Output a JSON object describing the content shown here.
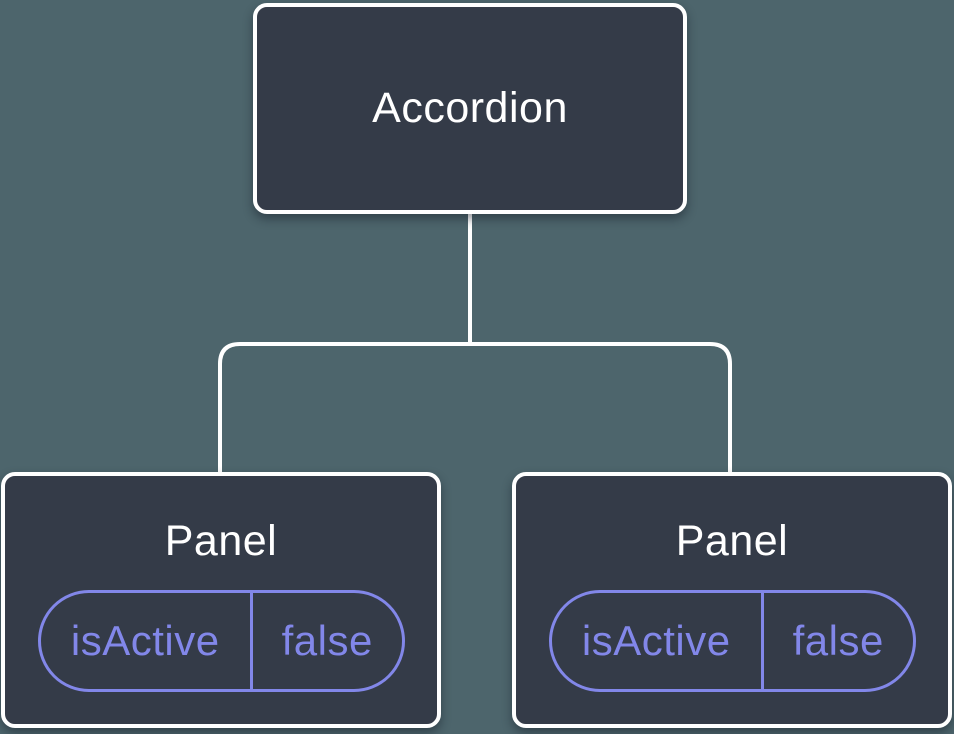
{
  "diagram": {
    "type": "component-tree",
    "root": {
      "label": "Accordion"
    },
    "children": [
      {
        "label": "Panel",
        "state": {
          "key": "isActive",
          "value": "false"
        }
      },
      {
        "label": "Panel",
        "state": {
          "key": "isActive",
          "value": "false"
        }
      }
    ]
  },
  "colors": {
    "background": "#4d656c",
    "node_fill": "#343b48",
    "node_border": "#ffffff",
    "label_text": "#ffffff",
    "state_accent": "#8287e9",
    "connector_line": "#ffffff"
  }
}
